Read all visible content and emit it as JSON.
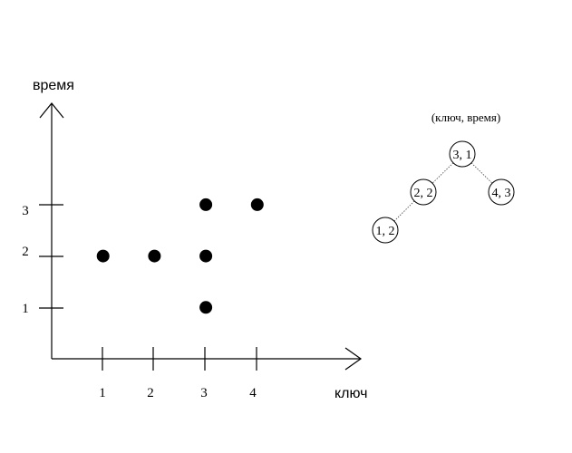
{
  "plot": {
    "x_axis_label": "ключ",
    "y_axis_label": "время",
    "x_ticks": [
      "1",
      "2",
      "3",
      "4"
    ],
    "y_ticks": [
      "1",
      "2",
      "3"
    ],
    "points": [
      {
        "key": 1,
        "time": 2
      },
      {
        "key": 2,
        "time": 2
      },
      {
        "key": 3,
        "time": 1
      },
      {
        "key": 3,
        "time": 2
      },
      {
        "key": 3,
        "time": 3
      },
      {
        "key": 4,
        "time": 3
      }
    ]
  },
  "tree": {
    "title": "(ключ, время)",
    "nodes": [
      {
        "id": "root",
        "label": "3, 1"
      },
      {
        "id": "left",
        "label": "2, 2"
      },
      {
        "id": "right",
        "label": "4, 3"
      },
      {
        "id": "left-left",
        "label": "1, 2"
      }
    ],
    "edges": [
      {
        "from": "root",
        "to": "left"
      },
      {
        "from": "root",
        "to": "right"
      },
      {
        "from": "left",
        "to": "left-left"
      }
    ]
  }
}
